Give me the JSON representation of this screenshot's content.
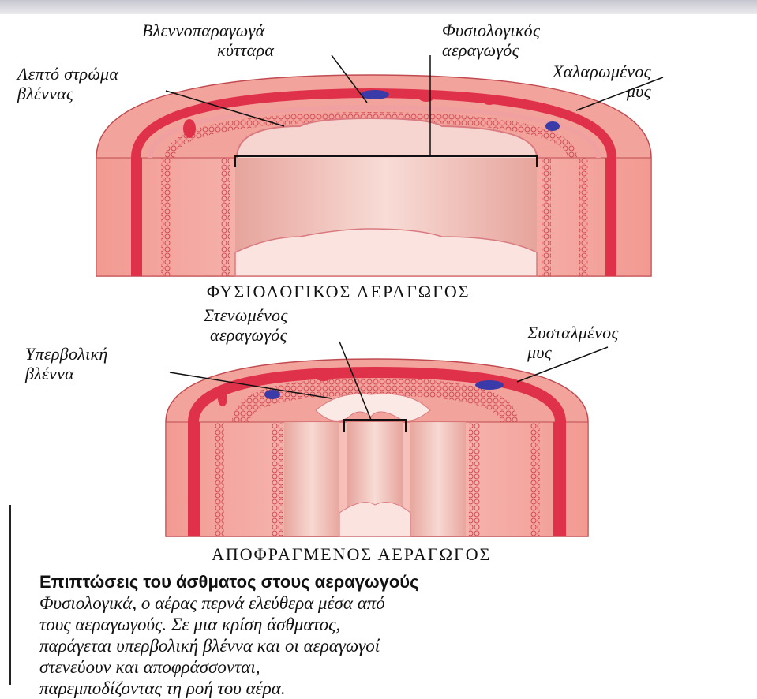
{
  "top_diagram": {
    "labels": {
      "mucus_cells": [
        "Βλεννοπαραγωγά",
        "κύτταρα"
      ],
      "normal_airway": [
        "Φυσιολογικός",
        "αεραγωγός"
      ],
      "thin_mucus": [
        "Λεπτό στρώμα",
        "βλέννας"
      ],
      "relaxed_muscle": [
        "Χαλαρωμένος",
        "μυς"
      ]
    },
    "title": "ΦΥΣΙΟΛΟΓΙΚΟΣ ΑΕΡΑΓΩΓΟΣ"
  },
  "bottom_diagram": {
    "labels": {
      "narrowed_airway": [
        "Στενωμένος",
        "αεραγωγός"
      ],
      "contracted_muscle": [
        "Συσταλμένος",
        "μυς"
      ],
      "excess_mucus": [
        "Υπερβολική",
        "βλέννα"
      ]
    },
    "title": "ΑΠΟΦΡΑΓΜΕΝΟΣ ΑΕΡΑΓΩΓΟΣ"
  },
  "caption": {
    "heading": "Επιπτώσεις του άσθματος στους αεραγωγούς",
    "lines": [
      "Φυσιολογικά, ο αέρας περνά ελεύθερα μέσα από",
      "τους αεραγωγούς. Σε μια κρίση άσθματος,",
      "παράγεται υπερβολική βλέννα και οι αεραγωγοί",
      "στενεύουν και αποφράσσονται,",
      "παρεμποδίζοντας τη ροή του αέρα."
    ]
  },
  "colors": {
    "tissue_outer": "#f4a6a0",
    "tissue_pink": "#f7c2bd",
    "muscle": "#e0314a",
    "lumen": "#f6d4cf",
    "cell_blue": "#3a3aa8"
  }
}
